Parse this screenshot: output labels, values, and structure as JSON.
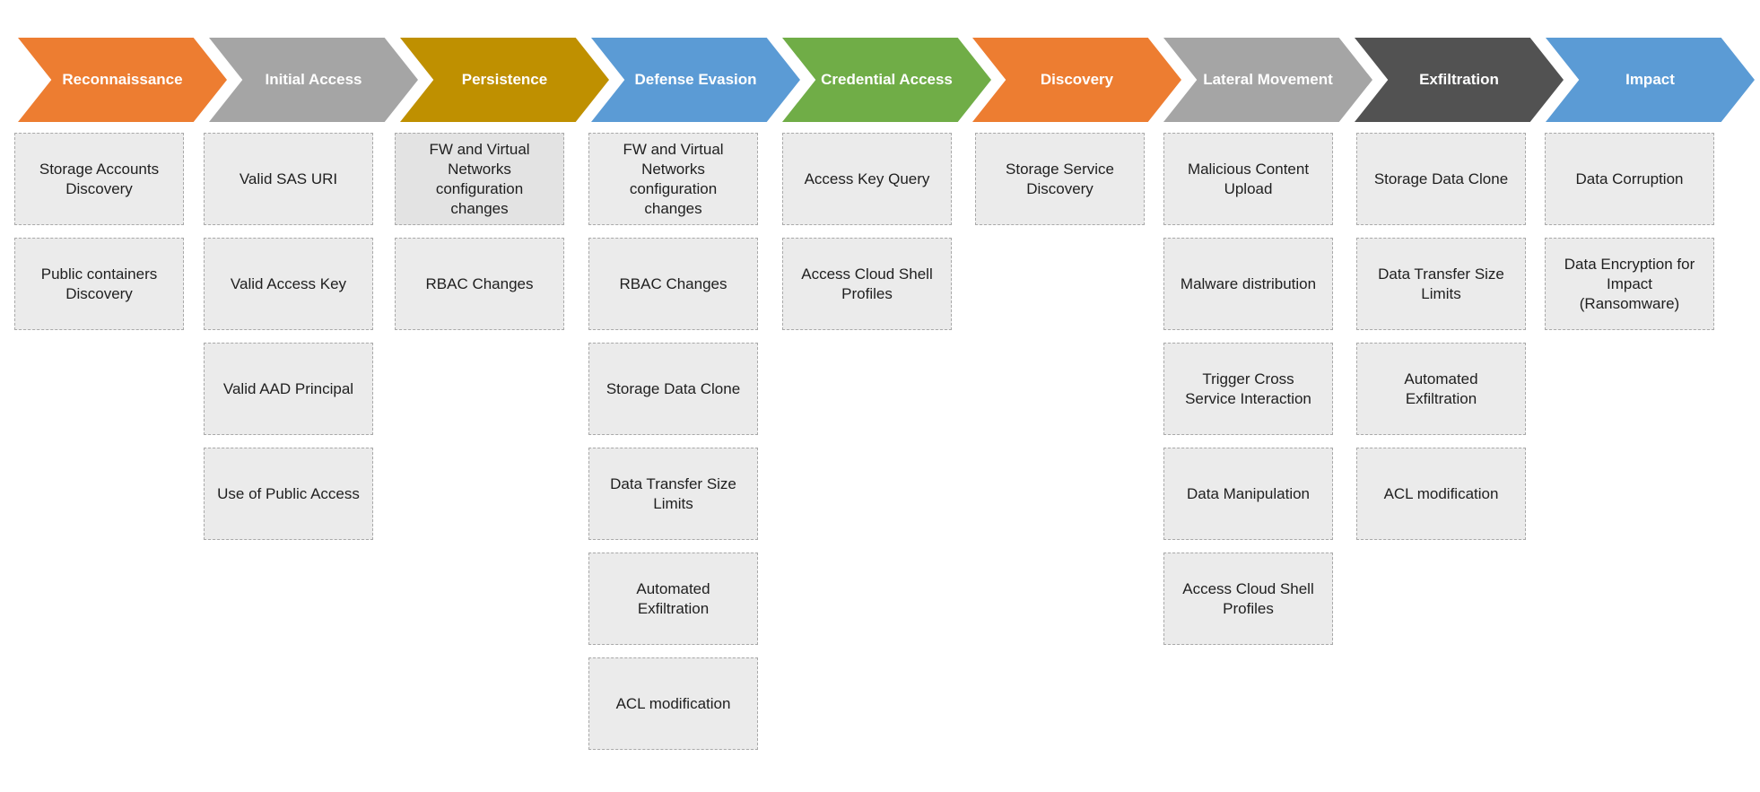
{
  "colors": {
    "orange": "#ed7d31",
    "gray": "#a5a5a5",
    "gold": "#bf9000",
    "blue": "#5b9bd5",
    "green": "#70ad47",
    "dark": "#525252",
    "card_bg": "#ebebeb",
    "card_border": "#a9a9a9"
  },
  "tactics": [
    {
      "label": "Reconnaissance",
      "color": "#ed7d31",
      "techniques": [
        "Storage Accounts Discovery",
        "Public containers Discovery"
      ]
    },
    {
      "label": "Initial Access",
      "color": "#a5a5a5",
      "techniques": [
        "Valid SAS URI",
        "Valid Access Key",
        "Valid AAD Principal",
        "Use of Public Access"
      ]
    },
    {
      "label": "Persistence",
      "color": "#bf9000",
      "techniques": [
        "FW and Virtual Networks configuration changes",
        "RBAC Changes"
      ]
    },
    {
      "label": "Defense Evasion",
      "color": "#5b9bd5",
      "techniques": [
        "FW and Virtual Networks configuration changes",
        "RBAC Changes",
        "Storage Data Clone",
        "Data Transfer Size Limits",
        "Automated Exfiltration",
        "ACL modification"
      ]
    },
    {
      "label": "Credential Access",
      "color": "#70ad47",
      "techniques": [
        "Access Key Query",
        "Access Cloud Shell Profiles"
      ]
    },
    {
      "label": "Discovery",
      "color": "#ed7d31",
      "techniques": [
        "Storage Service Discovery"
      ]
    },
    {
      "label": "Lateral Movement",
      "color": "#a5a5a5",
      "techniques": [
        "Malicious Content Upload",
        "Malware distribution",
        "Trigger Cross Service Interaction",
        "Data Manipulation",
        "Access Cloud Shell Profiles"
      ]
    },
    {
      "label": "Exfiltration",
      "color": "#525252",
      "techniques": [
        "Storage Data Clone",
        "Data Transfer Size Limits",
        "Automated Exfiltration",
        "ACL modification"
      ]
    },
    {
      "label": "Impact",
      "color": "#5b9bd5",
      "techniques": [
        "Data Corruption",
        "Data Encryption for Impact (Ransomware)"
      ]
    }
  ]
}
